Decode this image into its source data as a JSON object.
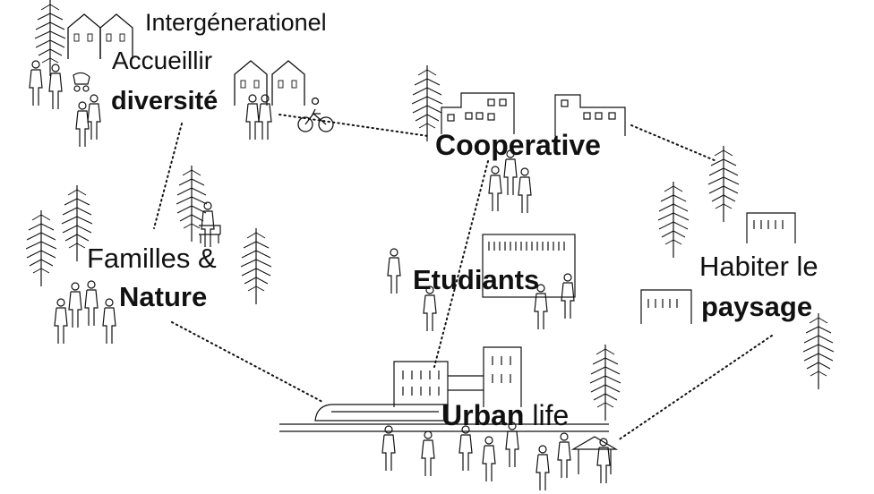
{
  "colors": {
    "ink": "#111111",
    "background": "#ffffff"
  },
  "nodes": {
    "intergen": {
      "line1": "Intergénerationel",
      "line2": "Accueillir",
      "line3": "diversité"
    },
    "cooperative": {
      "label": "Cooperative"
    },
    "familles": {
      "line1": "Familles &",
      "line2": "Nature"
    },
    "etudiants": {
      "label": "Etudiants"
    },
    "habiter": {
      "line1": "Habiter le",
      "line2": "paysage"
    },
    "urban": {
      "bold": "Urban",
      "thin": "life"
    }
  },
  "links": [
    [
      "intergen",
      "cooperative"
    ],
    [
      "intergen",
      "familles"
    ],
    [
      "cooperative",
      "habiter"
    ],
    [
      "cooperative",
      "etudiants"
    ],
    [
      "familles",
      "urban"
    ],
    [
      "habiter",
      "urban"
    ]
  ]
}
